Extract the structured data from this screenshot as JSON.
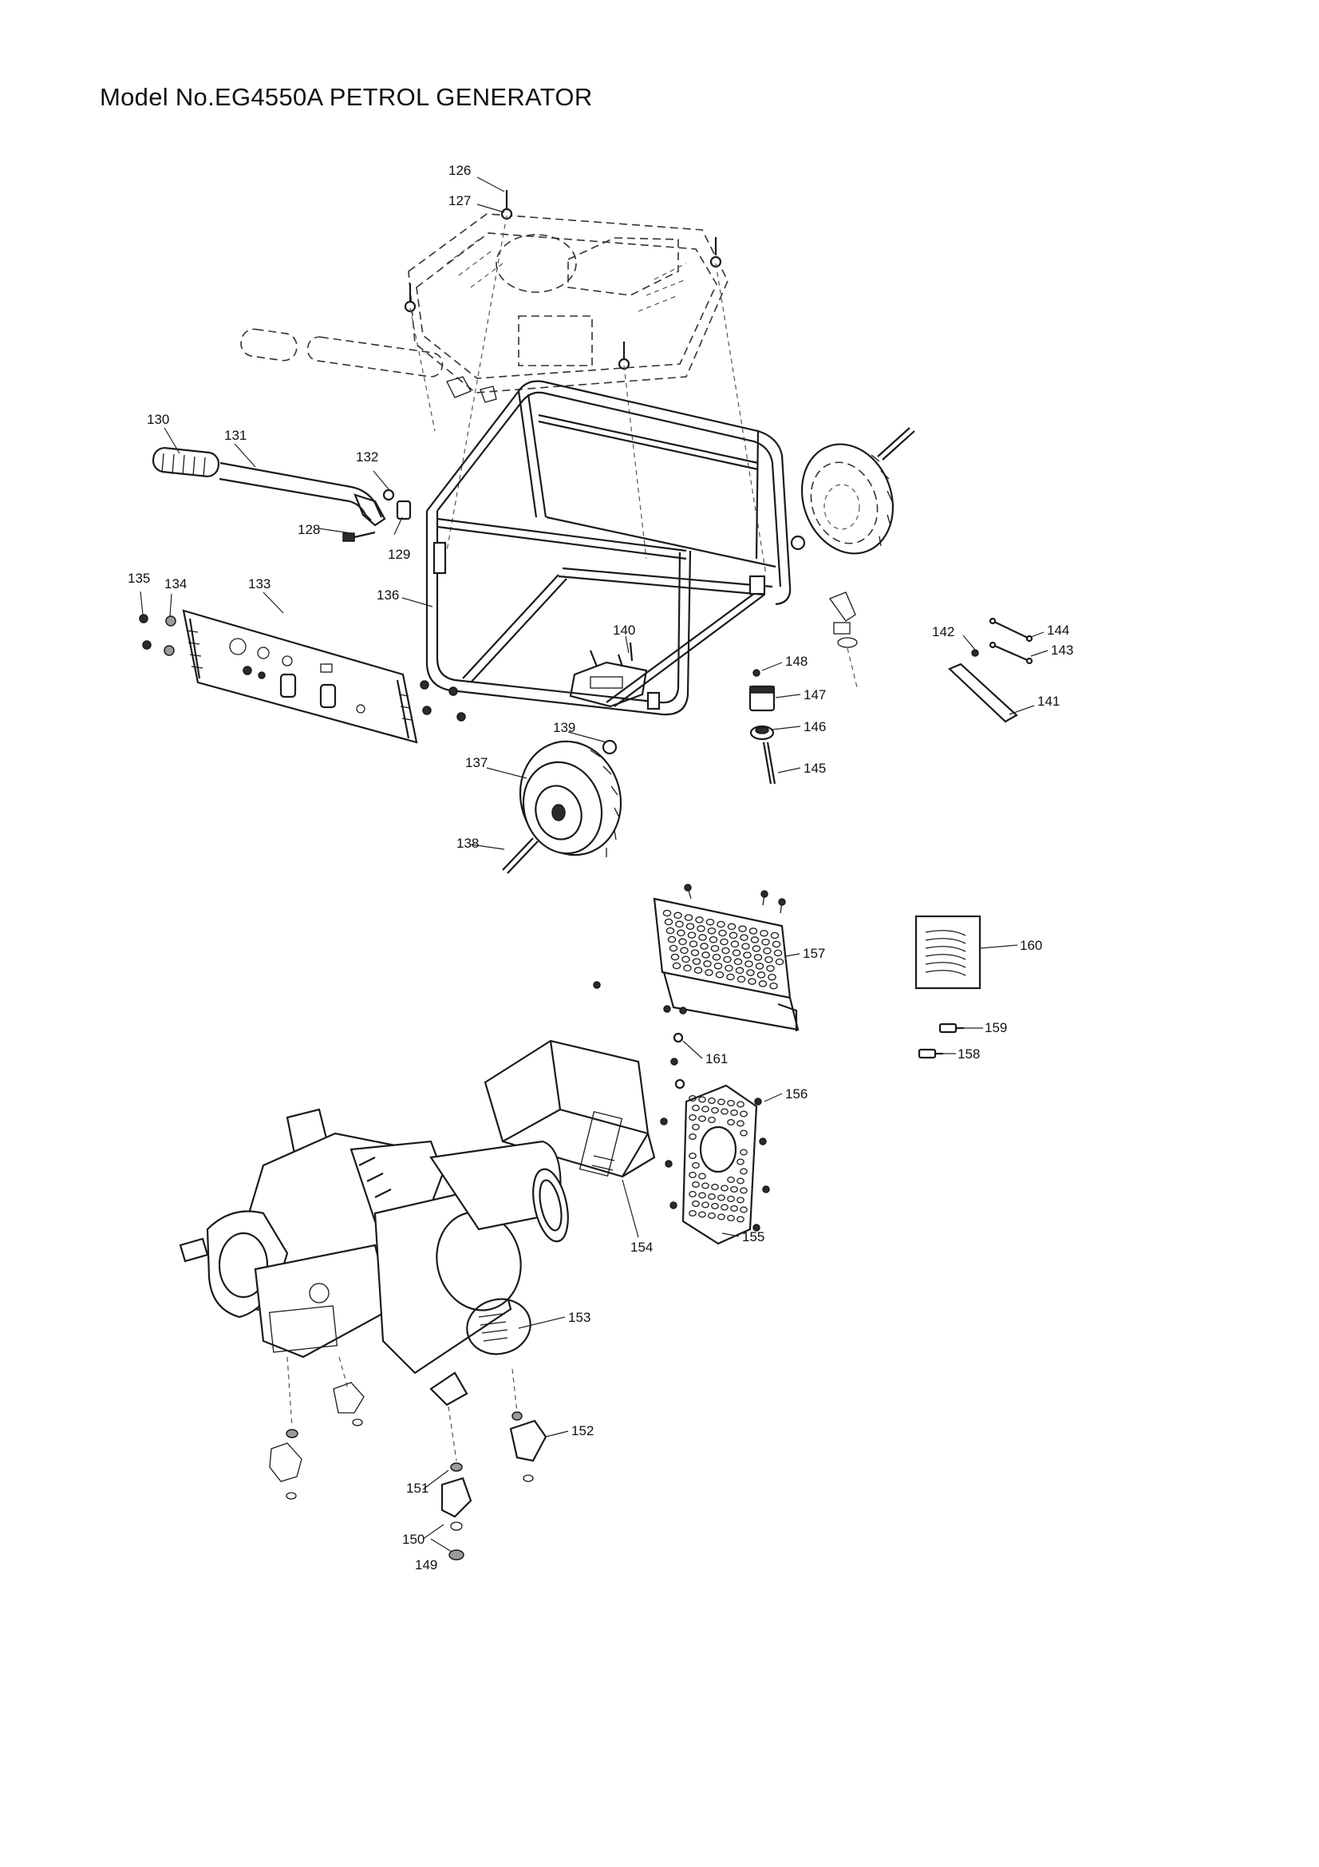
{
  "title": "Model No.EG4550A PETROL GENERATOR",
  "callouts": [
    {
      "id": "126",
      "label": "126"
    },
    {
      "id": "127",
      "label": "127"
    },
    {
      "id": "128",
      "label": "128"
    },
    {
      "id": "129",
      "label": "129"
    },
    {
      "id": "130",
      "label": "130"
    },
    {
      "id": "131",
      "label": "131"
    },
    {
      "id": "132",
      "label": "132"
    },
    {
      "id": "133",
      "label": "133"
    },
    {
      "id": "134",
      "label": "134"
    },
    {
      "id": "135",
      "label": "135"
    },
    {
      "id": "136",
      "label": "136"
    },
    {
      "id": "137",
      "label": "137"
    },
    {
      "id": "138",
      "label": "138"
    },
    {
      "id": "139",
      "label": "139"
    },
    {
      "id": "140",
      "label": "140"
    },
    {
      "id": "141",
      "label": "141"
    },
    {
      "id": "142",
      "label": "142"
    },
    {
      "id": "143",
      "label": "143"
    },
    {
      "id": "144",
      "label": "144"
    },
    {
      "id": "145",
      "label": "145"
    },
    {
      "id": "146",
      "label": "146"
    },
    {
      "id": "147",
      "label": "147"
    },
    {
      "id": "148",
      "label": "148"
    },
    {
      "id": "149",
      "label": "149"
    },
    {
      "id": "150",
      "label": "150"
    },
    {
      "id": "151",
      "label": "151"
    },
    {
      "id": "152",
      "label": "152"
    },
    {
      "id": "153",
      "label": "153"
    },
    {
      "id": "154",
      "label": "154"
    },
    {
      "id": "155",
      "label": "155"
    },
    {
      "id": "156",
      "label": "156"
    },
    {
      "id": "157",
      "label": "157"
    },
    {
      "id": "158",
      "label": "158"
    },
    {
      "id": "159",
      "label": "159"
    },
    {
      "id": "160",
      "label": "160"
    },
    {
      "id": "161",
      "label": "161"
    }
  ]
}
